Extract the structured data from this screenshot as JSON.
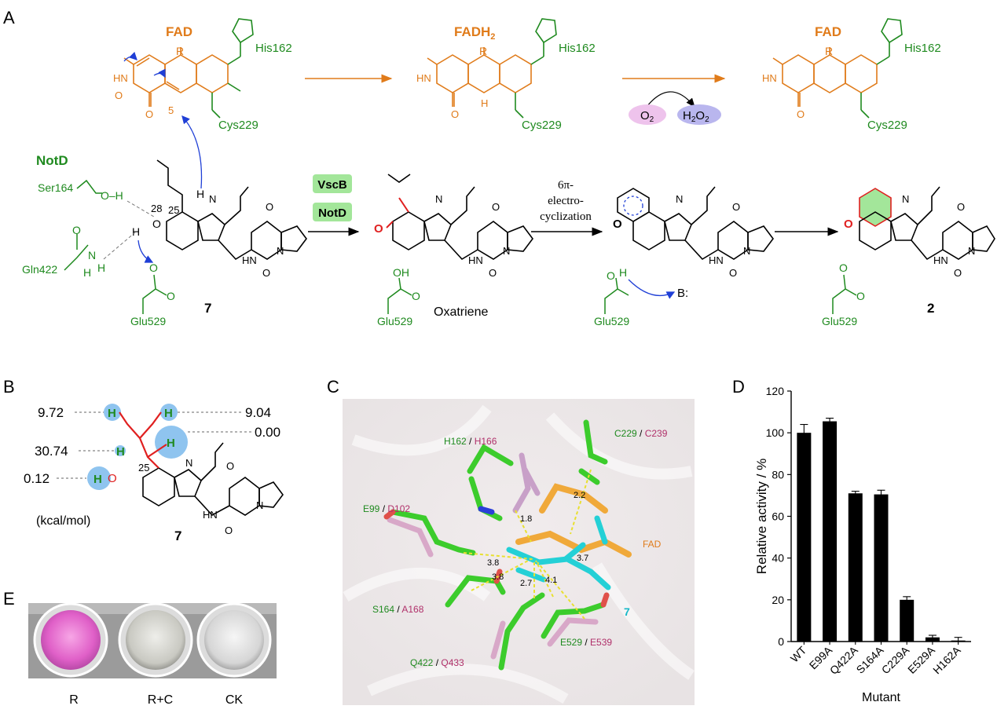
{
  "panels": {
    "a": "A",
    "b": "B",
    "c": "C",
    "d": "D",
    "e": "E"
  },
  "colors": {
    "fad": "#e07b1a",
    "green": "#1f8a1f",
    "red": "#e02020",
    "blue": "#1f3fd6",
    "cyan": "#16b8c8",
    "magenta": "#b0306a",
    "badge": "#a3e69a",
    "o2": "#eec3ec",
    "h2o2": "#b9b6ee",
    "hblob": "#8fc4ef",
    "bar": "#000000"
  },
  "panel_a": {
    "fad1": "FAD",
    "fadh2": "FADH",
    "fadh2_sub": "2",
    "fad2": "FAD",
    "his": "His162",
    "cys": "Cys229",
    "r": "R",
    "n5": "5",
    "notd": "NotD",
    "ser": "Ser164",
    "gln": "Gln422",
    "glu": "Glu529",
    "c28": "28",
    "c25": "25",
    "compound7": "7",
    "compound2": "2",
    "vscb": "VscB",
    "notd_badge": "NotD",
    "oxatriene": "Oxatriene",
    "cyc_line1": "6π-",
    "cyc_line2": "electro-",
    "cyc_line3": "cyclization",
    "o2": "O",
    "o2_sub": "2",
    "h2o2_a": "H",
    "h2o2_sub1": "2",
    "h2o2_b": "O",
    "h2o2_sub2": "2",
    "base": "B:"
  },
  "panel_b": {
    "e1": "9.72",
    "e2": "9.04",
    "e3": "0.00",
    "e4": "30.74",
    "e5": "0.12",
    "unit": "(kcal/mol)",
    "compound": "7",
    "c25": "25"
  },
  "panel_c": {
    "res": [
      {
        "a": "H162",
        "b": "H166"
      },
      {
        "a": "C229",
        "b": "C239"
      },
      {
        "a": "E99",
        "b": "D102"
      },
      {
        "a": "S164",
        "b": "A168"
      },
      {
        "a": "Q422",
        "b": "Q433"
      },
      {
        "a": "E529",
        "b": "E539"
      }
    ],
    "sep": " / ",
    "fad": "FAD",
    "cmpd": "7",
    "dist": [
      "1.8",
      "2.2",
      "3.8",
      "3.8",
      "2.7",
      "4.1",
      "3.7"
    ]
  },
  "chart_data": {
    "type": "bar",
    "categories": [
      "WT",
      "E99A",
      "Q422A",
      "S164A",
      "C229A",
      "E529A",
      "H162A"
    ],
    "values": [
      100,
      105.5,
      71,
      70.5,
      20,
      2,
      0.5
    ],
    "errors": [
      4,
      1.5,
      1,
      2,
      1.5,
      1,
      1.5
    ],
    "xlabel": "Mutant",
    "ylabel": "Relative activity / %",
    "ylim": [
      0,
      120
    ],
    "yticks": [
      0,
      20,
      40,
      60,
      80,
      100,
      120
    ]
  },
  "panel_e": {
    "labels": [
      "R",
      "R+C",
      "CK"
    ]
  }
}
